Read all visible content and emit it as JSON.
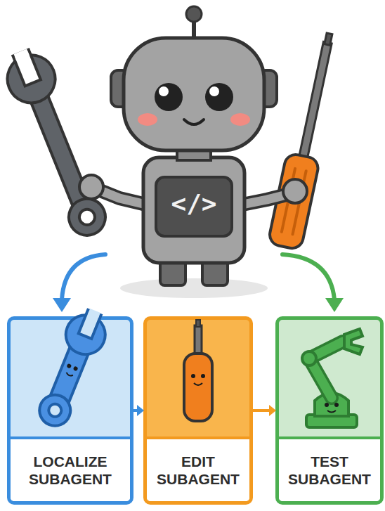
{
  "diagram": {
    "nodes": [
      {
        "text": [
          "LOCALIZE SUBAGENT"
        ]
      },
      {
        "text": [
          "EDIT SUBAGENT"
        ]
      },
      {
        "text": [
          "TEST SUBAGENT"
        ]
      }
    ],
    "edges": [
      {
        "from": 0,
        "to": 1,
        "arrow": "to"
      },
      {
        "from": 1,
        "to": 2,
        "arrow": "to"
      }
    ],
    "labels": [
      "</>"
    ]
  }
}
